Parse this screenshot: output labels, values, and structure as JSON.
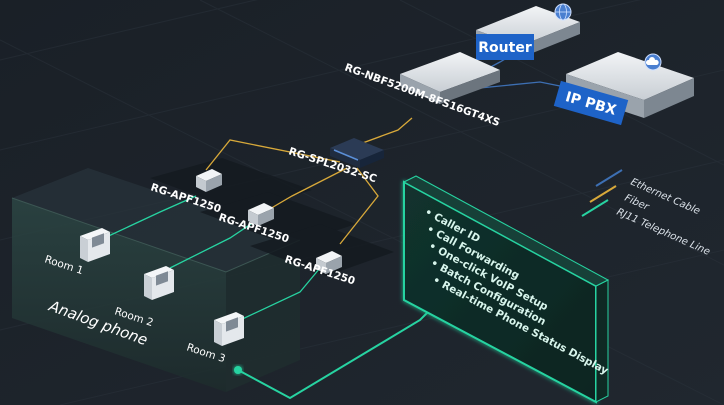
{
  "colors": {
    "background": "#1c2229",
    "ethernet": "#3d6fb3",
    "fiber": "#d8a93a",
    "rj11": "#27d3a1",
    "label_box": "#1e63c8",
    "panel_glow": "#27d3a1"
  },
  "devices": {
    "router": "Router",
    "ip_pbx": "IP PBX",
    "switch": "RG-NBF5200M-8FS16GT4XS",
    "splitter": "RG-SPL2032-SC",
    "onu_1": "RG-APF1250",
    "onu_2": "RG-APF1250",
    "onu_3": "RG-APF1250"
  },
  "rooms": [
    "Room 1",
    "Room 2",
    "Room 3"
  ],
  "zone_label": "Analog phone",
  "features": [
    "Caller ID",
    "Call Forwarding",
    "One-click VoIP Setup",
    "Batch Configuration",
    "Real-time Phone Status Display"
  ],
  "legend": [
    {
      "label": "Ethernet Cable",
      "color": "#3d6fb3"
    },
    {
      "label": "Fiber",
      "color": "#d8a93a"
    },
    {
      "label": "RJ11 Telephone Line",
      "color": "#27d3a1"
    }
  ],
  "icons": {
    "router_badge": "globe-icon",
    "pbx_badge": "cloud-icon",
    "phone": "telephone-icon"
  }
}
